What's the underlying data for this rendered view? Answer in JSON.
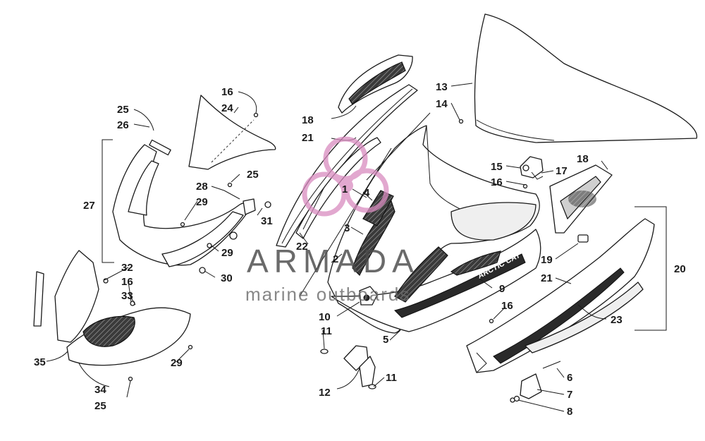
{
  "diagram": {
    "callouts": {
      "c1": "1",
      "c2": "2",
      "c3": "3",
      "c4": "4",
      "c5": "5",
      "c6": "6",
      "c7": "7",
      "c8": "8",
      "c9": "9",
      "c10": "10",
      "c11a": "11",
      "c11b": "11",
      "c12": "12",
      "c13": "13",
      "c14": "14",
      "c15": "15",
      "c16a": "16",
      "c16b": "16",
      "c16c": "16",
      "c16d": "16",
      "c17": "17",
      "c18a": "18",
      "c18b": "18",
      "c19": "19",
      "c20": "20",
      "c21a": "21",
      "c21b": "21",
      "c22": "22",
      "c23": "23",
      "c24": "24",
      "c25a": "25",
      "c25b": "25",
      "c25c": "25",
      "c26": "26",
      "c27": "27",
      "c28": "28",
      "c29a": "29",
      "c29b": "29",
      "c29c": "29",
      "c30": "30",
      "c31": "31",
      "c32": "32",
      "c33": "33",
      "c34": "34",
      "c35": "35"
    },
    "decal_text": "ARCTIC CAT",
    "colors": {
      "line": "#1a1a1a",
      "watermark_accent": "#d98cc0",
      "watermark_text": "#4a4a4a"
    }
  },
  "watermark": {
    "name": "ARMADA",
    "subtitle": "marine outboards"
  }
}
